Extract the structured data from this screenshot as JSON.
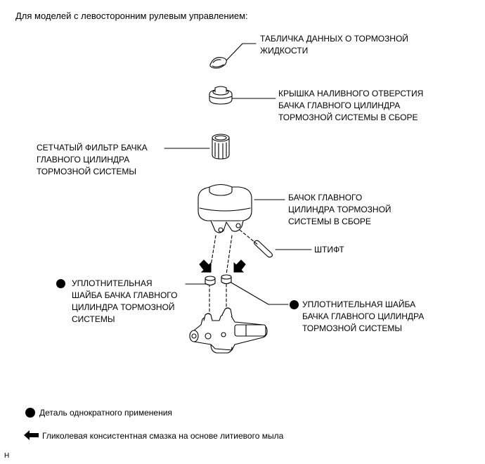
{
  "heading": "Для моделей с левосторонним рулевым управлением:",
  "labels": {
    "plate": [
      "ТАБЛИЧКА ДАННЫХ О ТОРМОЗНОЙ",
      "ЖИДКОСТИ"
    ],
    "cap": [
      "КРЫШКА НАЛИВНОГО ОТВЕРСТИЯ",
      "БАЧКА ГЛАВНОГО ЦИЛИНДРА",
      "ТОРМОЗНОЙ СИСТЕМЫ В СБОРЕ"
    ],
    "strainer": [
      "СЕТЧАТЫЙ ФИЛЬТР БАЧКА",
      "ГЛАВНОГО ЦИЛИНДРА",
      "ТОРМОЗНОЙ СИСТЕМЫ"
    ],
    "reservoir": [
      "БАЧОК ГЛАВНОГО",
      "ЦИЛИНДРА ТОРМОЗНОЙ",
      "СИСТЕМЫ В СБОРЕ"
    ],
    "pin": [
      "ШТИФТ"
    ],
    "grommet_left": [
      "УПЛОТНИТЕЛЬНАЯ",
      "ШАЙБА БАЧКА ГЛАВНОГО",
      "ЦИЛИНДРА ТОРМОЗНОЙ",
      "СИСТЕМЫ"
    ],
    "grommet_right": [
      "УПЛОТНИТЕЛЬНАЯ ШАЙБА",
      "БАЧКА ГЛАВНОГО ЦИЛИНДРА",
      "ТОРМОЗНОЙ СИСТЕМЫ"
    ]
  },
  "legend": {
    "non_reusable": "Деталь однократного применения",
    "grease": "Гликолевая консистентная смазка на основе литиевого мыла"
  },
  "footer_code": "H"
}
